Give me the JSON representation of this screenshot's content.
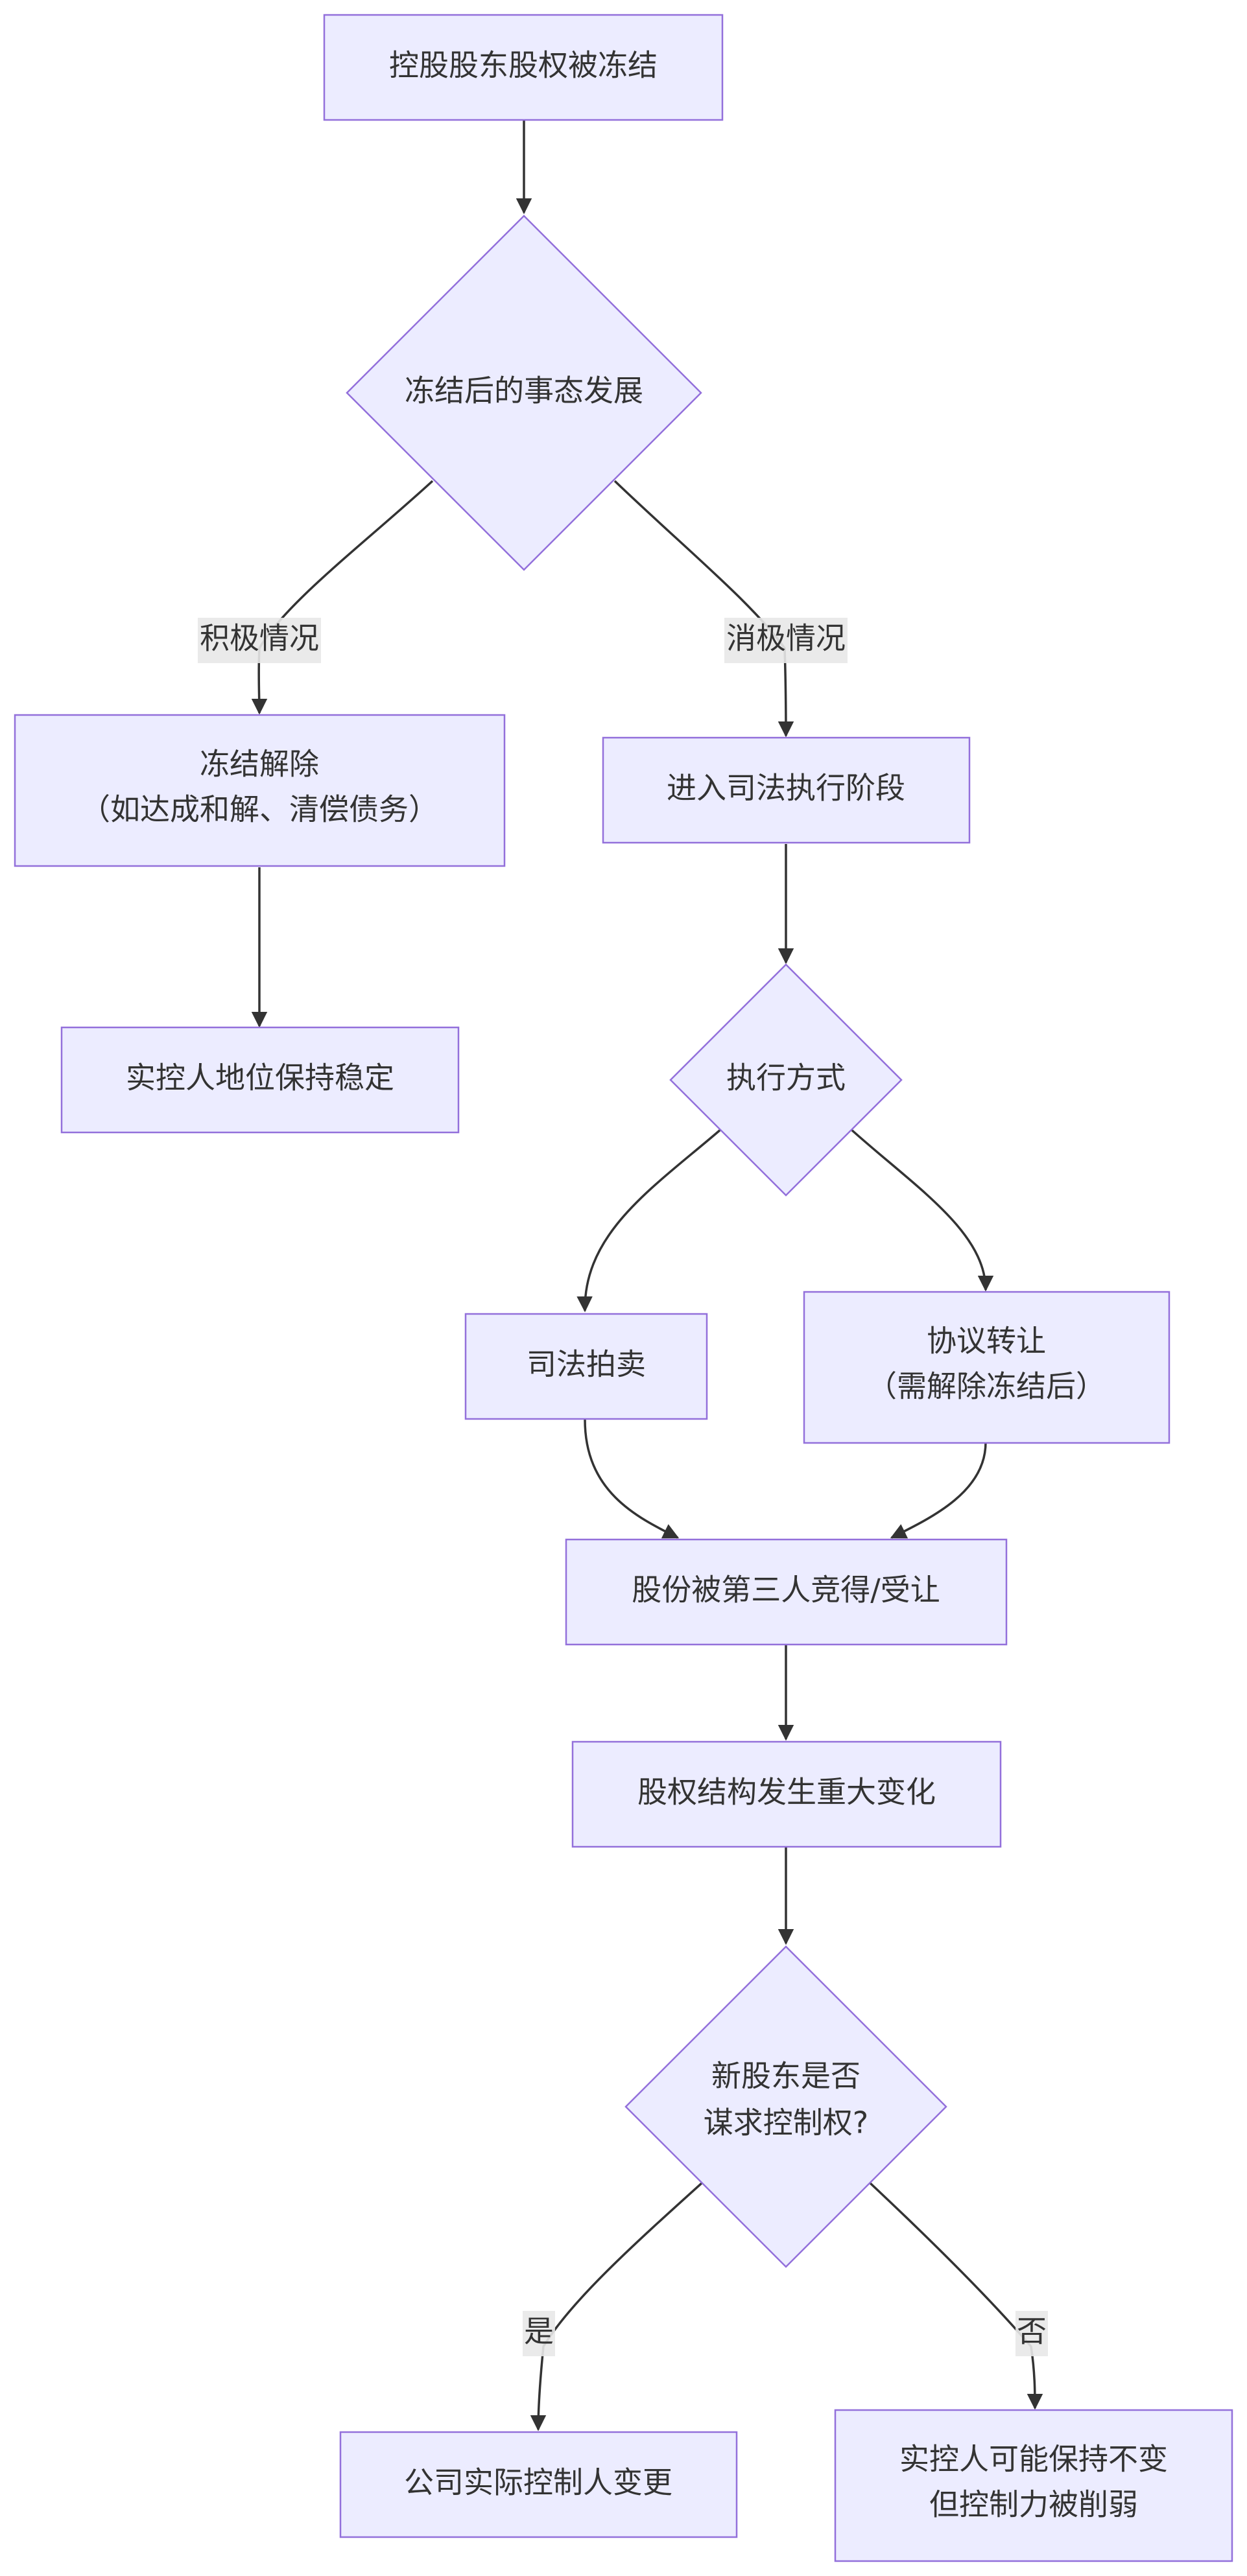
{
  "nodes": {
    "n1": "控股股东股权被冻结",
    "n2": "冻结后的事态发展",
    "n3": [
      "冻结解除",
      "（如达成和解、清偿债务）"
    ],
    "n4": "进入司法执行阶段",
    "n5": "实控人地位保持稳定",
    "n6": "执行方式",
    "n7": "司法拍卖",
    "n8": [
      "协议转让",
      "（需解除冻结后）"
    ],
    "n9": "股份被第三人竞得/受让",
    "n10": "股权结构发生重大变化",
    "n11": [
      "新股东是否",
      "谋求控制权?"
    ],
    "n12": "公司实际控制人变更",
    "n13": [
      "实控人可能保持不变",
      "但控制力被削弱"
    ]
  },
  "edge_labels": {
    "positive": "积极情况",
    "negative": "消极情况",
    "yes": "是",
    "no": "否"
  }
}
